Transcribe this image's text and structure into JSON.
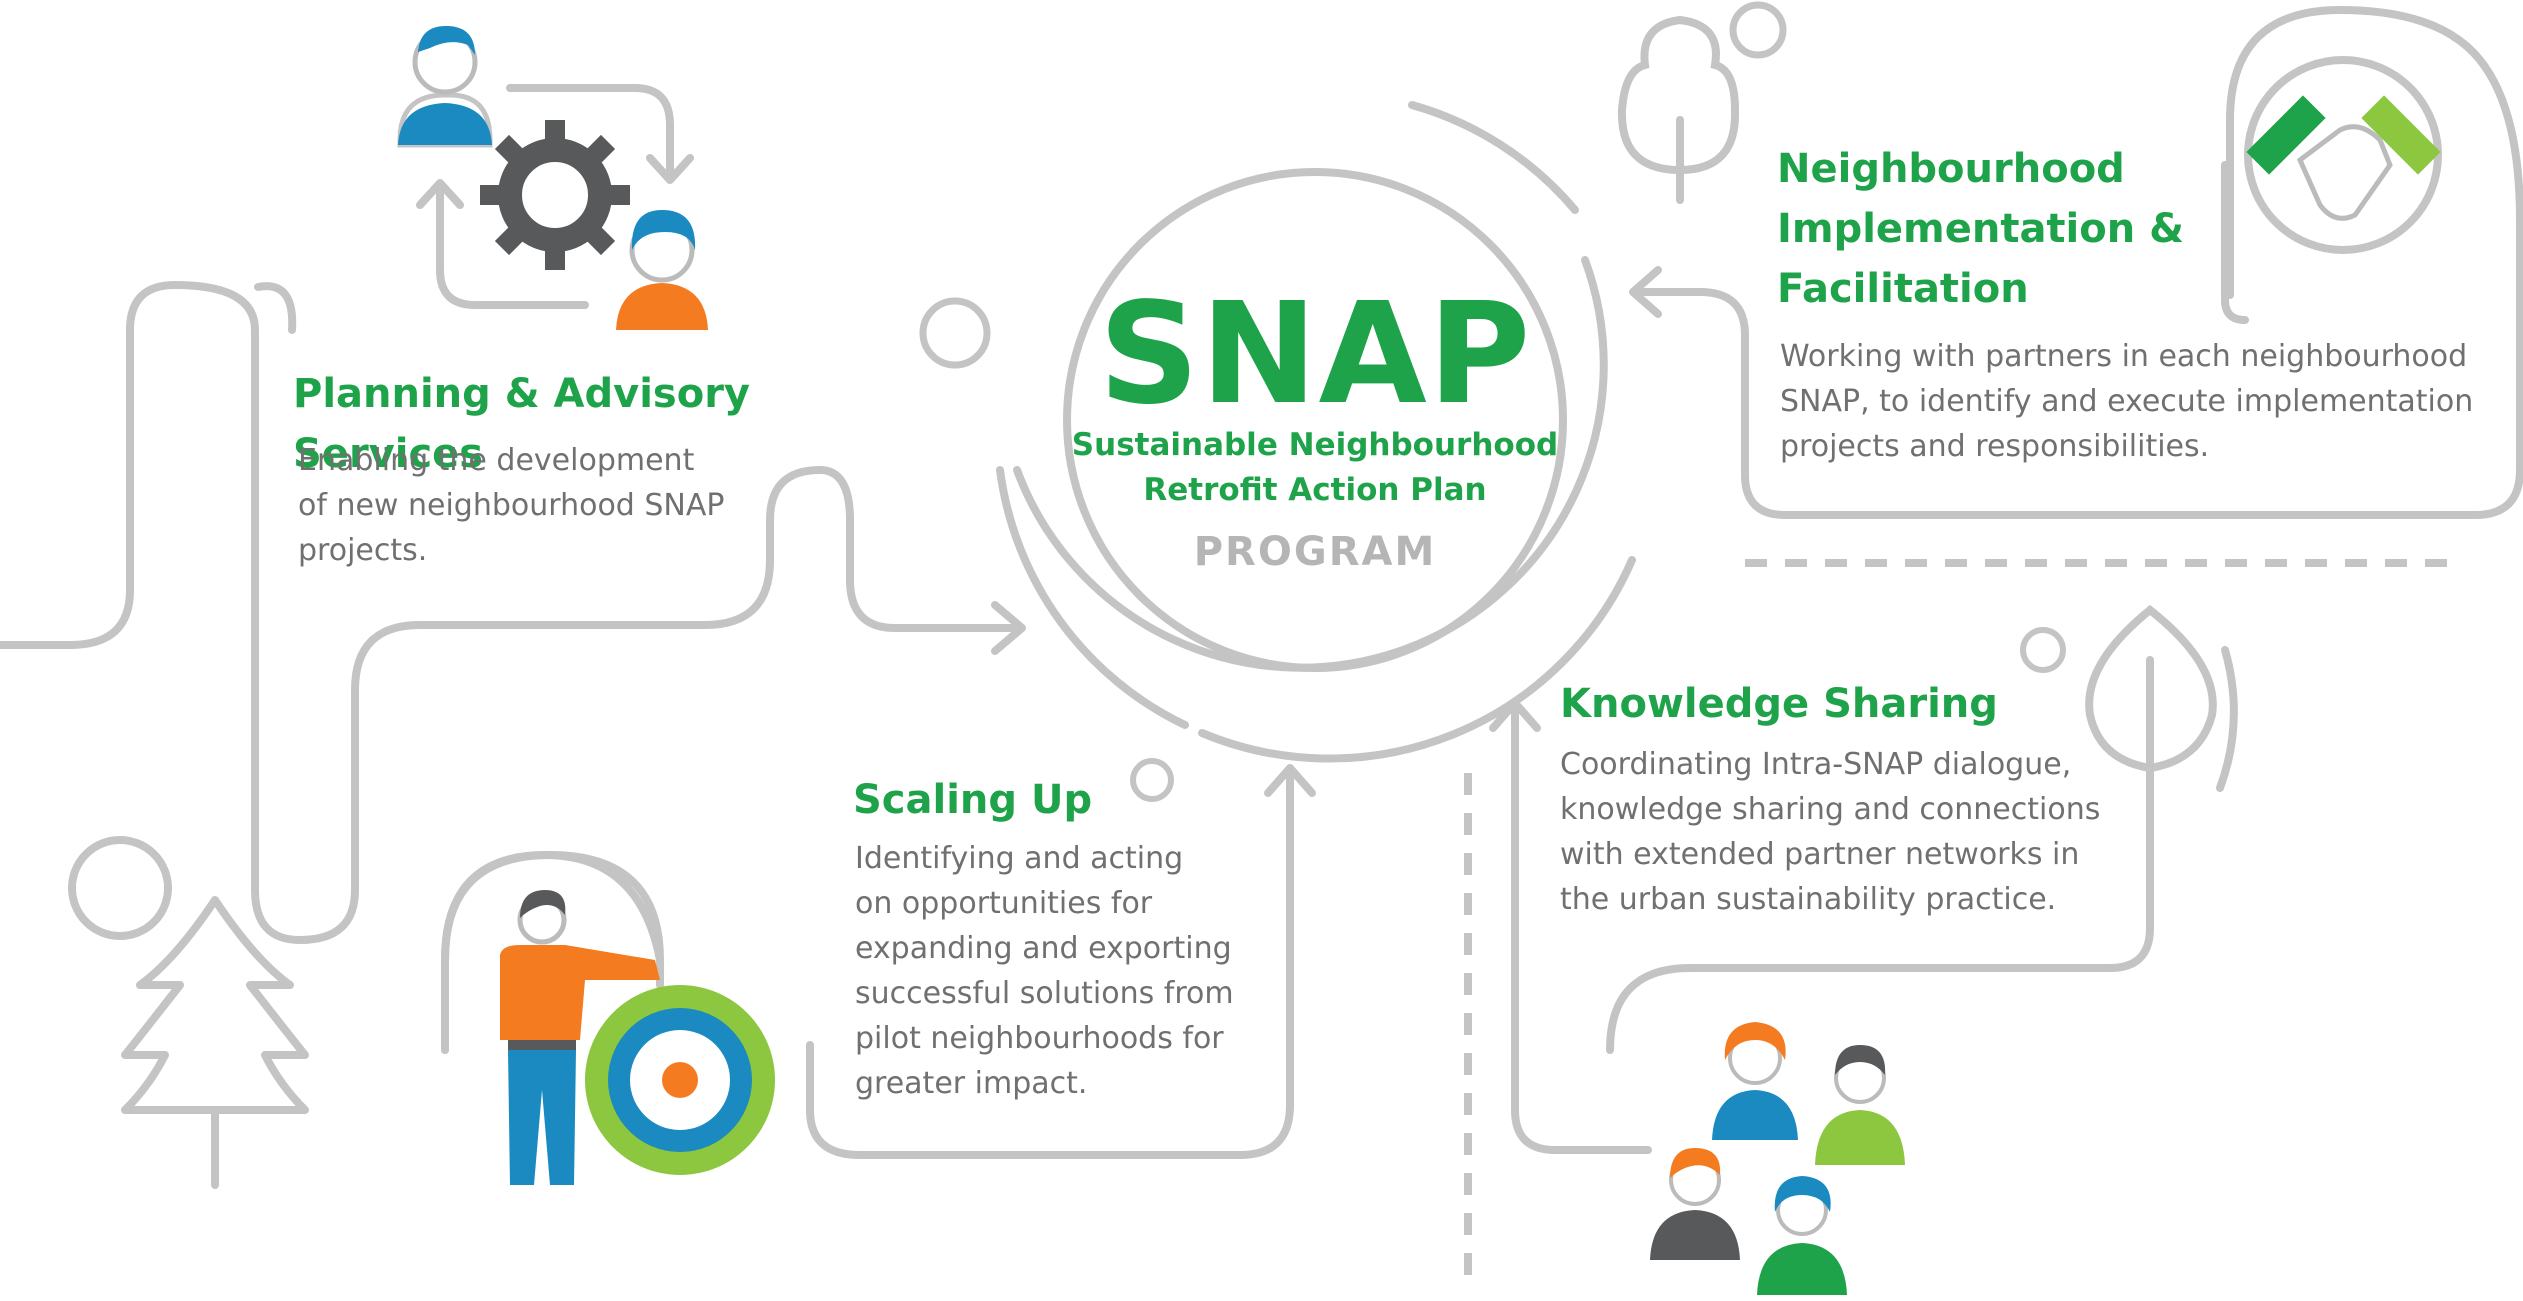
{
  "center": {
    "acronym": "SNAP",
    "subtitle": "Sustainable Neighbourhood\nRetrofit Action Plan",
    "program": "PROGRAM"
  },
  "sections": {
    "planning": {
      "title": "Planning & Advisory Services",
      "body": "Enabling the development\nof new neighbourhood SNAP\nprojects."
    },
    "implementation": {
      "title_line1": "Neighbourhood",
      "title_line2": "Implementation &",
      "title_line3": "Facilitation",
      "body": "Working with partners in each neighbourhood\nSNAP, to identify and execute implementation\nprojects and responsibilities."
    },
    "scaling": {
      "title": "Scaling Up",
      "body": "Identifying and acting\non opportunities for\nexpanding and exporting\nsuccessful solutions from\npilot neighbourhoods for\ngreater impact."
    },
    "knowledge": {
      "title": "Knowledge Sharing",
      "body": "Coordinating Intra-SNAP dialogue,\nknowledge sharing and connections\nwith extended partner networks in\nthe urban sustainability practice."
    }
  },
  "colors": {
    "green": "#1fa34a",
    "light_green": "#8dc63f",
    "blue": "#1a8ac1",
    "orange": "#f47b20",
    "dark_grey": "#58595b",
    "line_grey": "#c4c4c4",
    "text_grey": "#707070"
  },
  "icons": [
    "person-blue-icon",
    "gear-icon",
    "person-orange-icon",
    "tree-round-icon",
    "handshake-icon",
    "leaf-tree-icon",
    "pine-tree-icon",
    "target-icon",
    "presenter-person-icon",
    "people-group-icon"
  ]
}
